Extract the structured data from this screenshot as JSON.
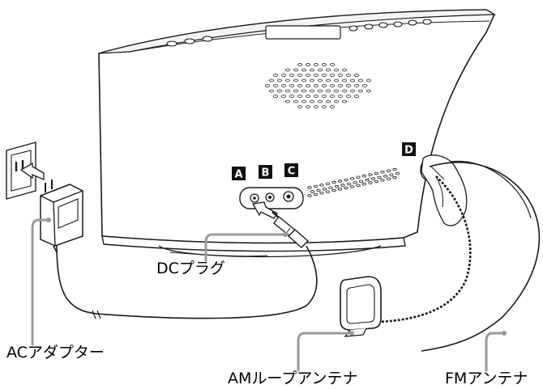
{
  "connector_badges": [
    "A",
    "B",
    "C",
    "D"
  ],
  "callouts": {
    "dc_plug": "DCプラグ",
    "ac_adapter": "ACアダプター",
    "am_antenna": "AMループアンテナ",
    "fm_antenna": "FMアンテナ"
  },
  "colors": {
    "line": "#1a1a1a",
    "leader": "#9a9a9a",
    "badge_fill": "#111111",
    "badge_text": "#ffffff"
  }
}
